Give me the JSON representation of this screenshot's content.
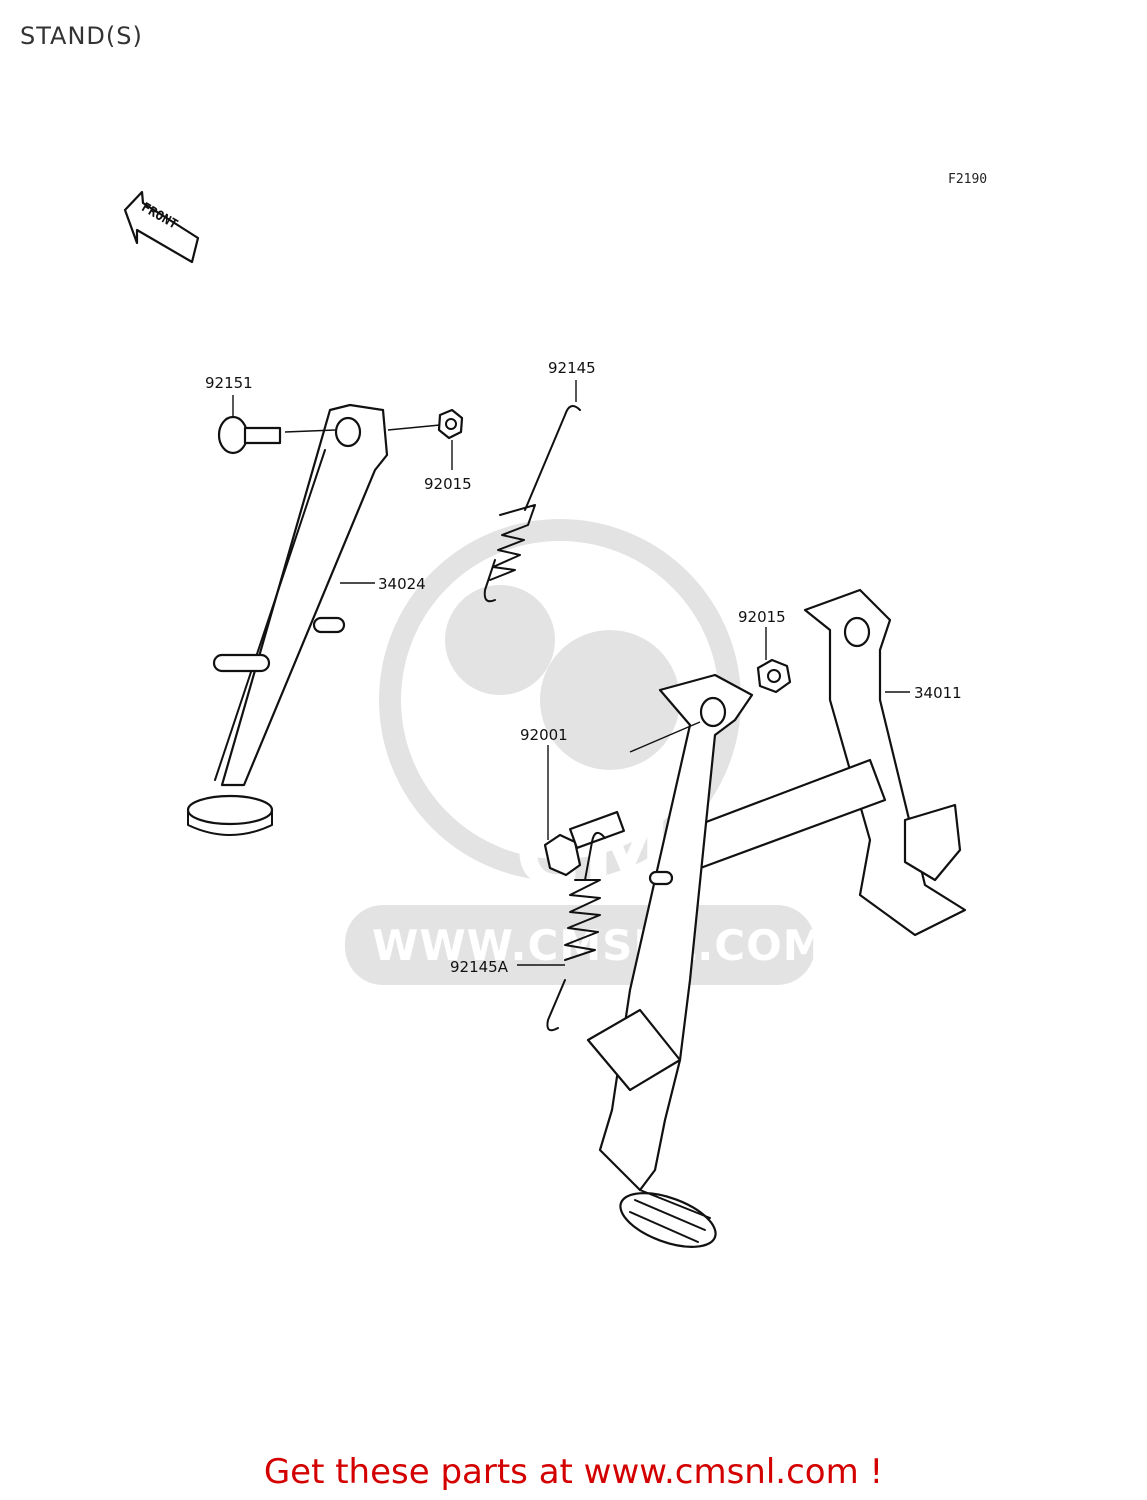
{
  "page": {
    "title": "STAND(S)",
    "figure_code": "F2190",
    "footer": "Get these parts at www.cmsnl.com !"
  },
  "front_arrow": {
    "label": "FRONT"
  },
  "watermark": {
    "logo_text": "CMS",
    "url_text": "WWW.CMSNL.COM"
  },
  "parts": [
    {
      "number": "92151"
    },
    {
      "number": "92015"
    },
    {
      "number": "34024"
    },
    {
      "number": "92145"
    },
    {
      "number": "92015"
    },
    {
      "number": "34011"
    },
    {
      "number": "92001"
    },
    {
      "number": "92145A"
    }
  ]
}
